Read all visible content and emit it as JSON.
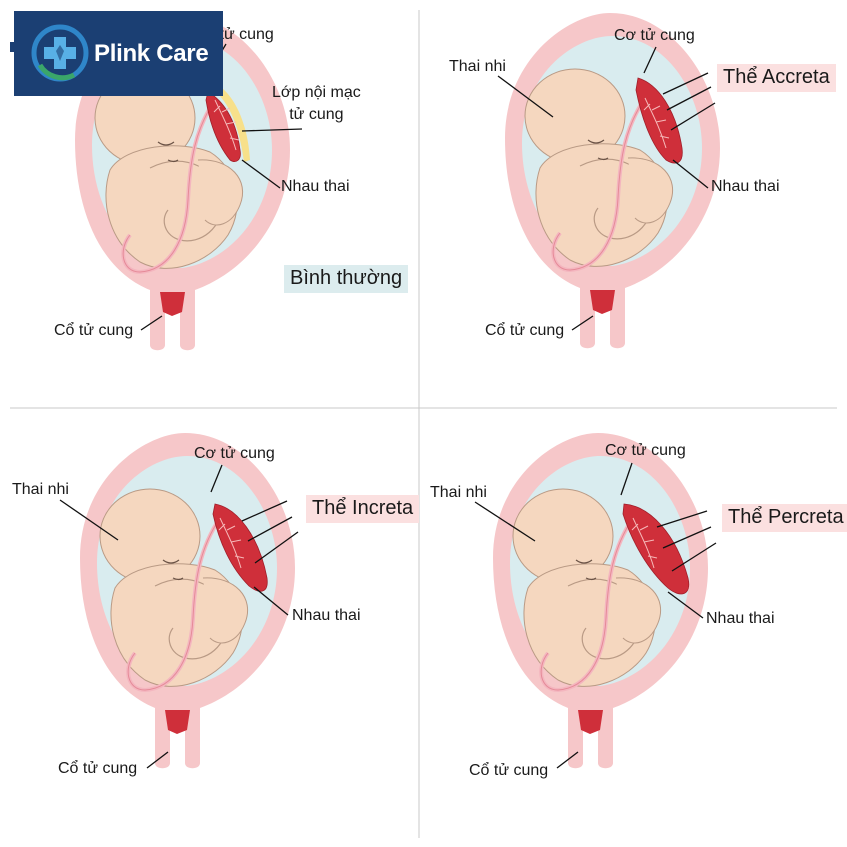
{
  "brand": {
    "name": "Plink Care",
    "colors": {
      "bar": "#1b3f73",
      "logo_ring": "#2f86c9",
      "logo_cross": "#58b0e6",
      "logo_leaf": "#3aa66a"
    }
  },
  "colors": {
    "uterus_wall": "#f6c7c9",
    "amniotic": "#d9ecef",
    "fetus": "#f5d7bf",
    "fetus_outline": "#b99a85",
    "placenta": "#cf2f3a",
    "placenta_vein": "#f6b9b9",
    "endometrium": "#f7e08a",
    "cervix": "#cf2f3a",
    "title_bg_normal": "#dcecee",
    "title_bg_abnormal": "#fbe0e0",
    "divider": "#c9c9c9"
  },
  "panels": [
    {
      "id": "normal",
      "title": "Bình thường",
      "labels": {
        "myometrium": "Cơ tử cung",
        "endometrium": "Lớp nội mạc\ntử cung",
        "placenta": "Nhau thai",
        "cervix": "Cổ tử cung"
      }
    },
    {
      "id": "accreta",
      "title": "Thể Accreta",
      "labels": {
        "fetus": "Thai nhi",
        "myometrium": "Cơ tử cung",
        "placenta": "Nhau thai",
        "cervix": "Cổ tử cung"
      }
    },
    {
      "id": "increta",
      "title": "Thể Increta",
      "labels": {
        "fetus": "Thai nhi",
        "myometrium": "Cơ tử cung",
        "placenta": "Nhau thai",
        "cervix": "Cổ tử cung"
      }
    },
    {
      "id": "percreta",
      "title": "Thể Percreta",
      "labels": {
        "fetus": "Thai nhi",
        "myometrium": "Cơ tử cung",
        "placenta": "Nhau thai",
        "cervix": "Cổ tử cung"
      }
    }
  ]
}
